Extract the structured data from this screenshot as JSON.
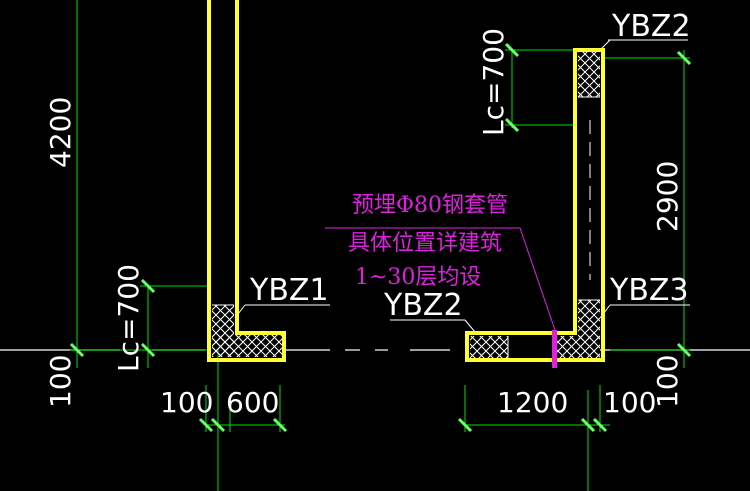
{
  "colors": {
    "background": "#000000",
    "wall_outline": "#ffff33",
    "dimension": "#00e000",
    "tick": "#66ff66",
    "text": "#ffffff",
    "annotation": "#e020e0",
    "hatch": "#ffffff",
    "centerline": "#ffffff"
  },
  "labels": {
    "ybz2_top": "YBZ2",
    "ybz1": "YBZ1",
    "ybz2_mid": "YBZ2",
    "ybz3": "YBZ3"
  },
  "dimensions": {
    "left_vertical_4200": "4200",
    "left_lc": "Lc=700",
    "left_100": "100",
    "bottom_100": "100",
    "bottom_600": "600",
    "right_lc": "Lc=700",
    "right_2900": "2900",
    "right_100": "100",
    "bottom_1200": "1200",
    "bottom_right_100": "100"
  },
  "annotation": {
    "line1": "预埋Φ80钢套管",
    "line2": "具体位置详建筑",
    "line3": "1~30层均设"
  }
}
